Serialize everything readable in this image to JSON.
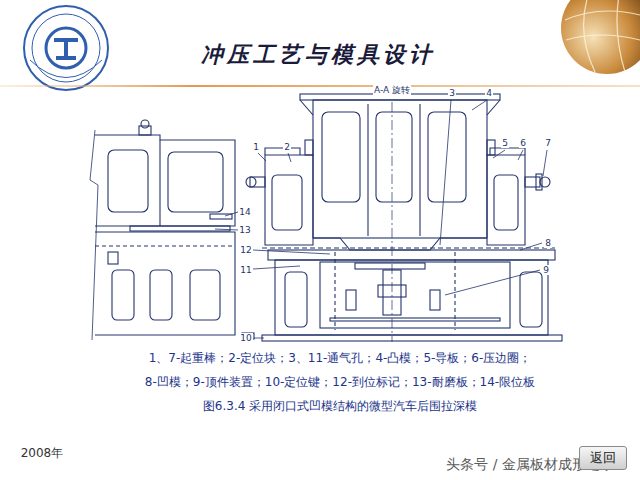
{
  "diagram": {
    "title": "冲压工艺与模具设计",
    "caption": "图6.3.4 采用闭口式凹模结构的微型汽车后围拉深模",
    "nodes": [
      {
        "text": [
          "返回"
        ]
      }
    ],
    "labels": [
      "A-A 旋转",
      "1",
      "2",
      "3",
      "4",
      "5",
      "6",
      "7",
      "8",
      "9",
      "10",
      "11",
      "12",
      "13",
      "14",
      "1、7-起重棒；2-定位块；3、11-通气孔；4-凸模；5-导板；6-压边圈；",
      "8-凹模；9-顶件装置；10-定位键；12-到位标记；13-耐磨板；14-限位板",
      "2008年",
      "头条号 / 金属板材成形之家"
    ]
  }
}
